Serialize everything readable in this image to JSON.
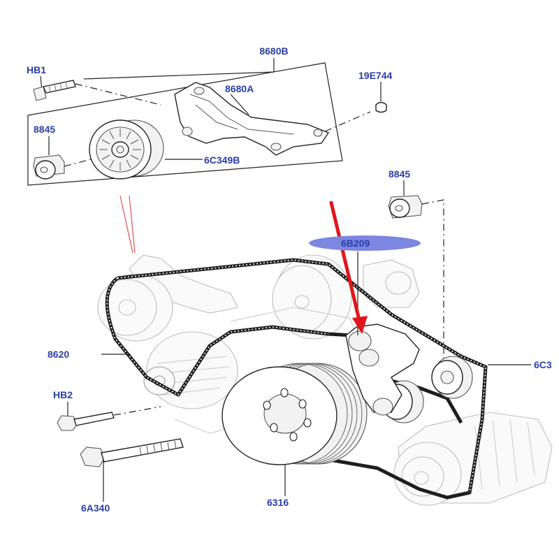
{
  "labels": {
    "bracket_assembly": "8680B",
    "bracket": "8680A",
    "bolt_top": "HB1",
    "clip": "19E744",
    "cap_top": "8845",
    "idler_pulley_top": "6C349B",
    "cap_right": "8845",
    "tensioner": "6B209",
    "belt": "8620",
    "idler_right": "6C3",
    "bolt_mid": "HB2",
    "bolt_long": "6A340",
    "crank_pulley": "6316"
  },
  "colors": {
    "label_text": "#2a3ea8",
    "highlight_ellipse": "#7d86e0",
    "red_arrow": "#e0161b",
    "red_lines": "#e05050"
  }
}
